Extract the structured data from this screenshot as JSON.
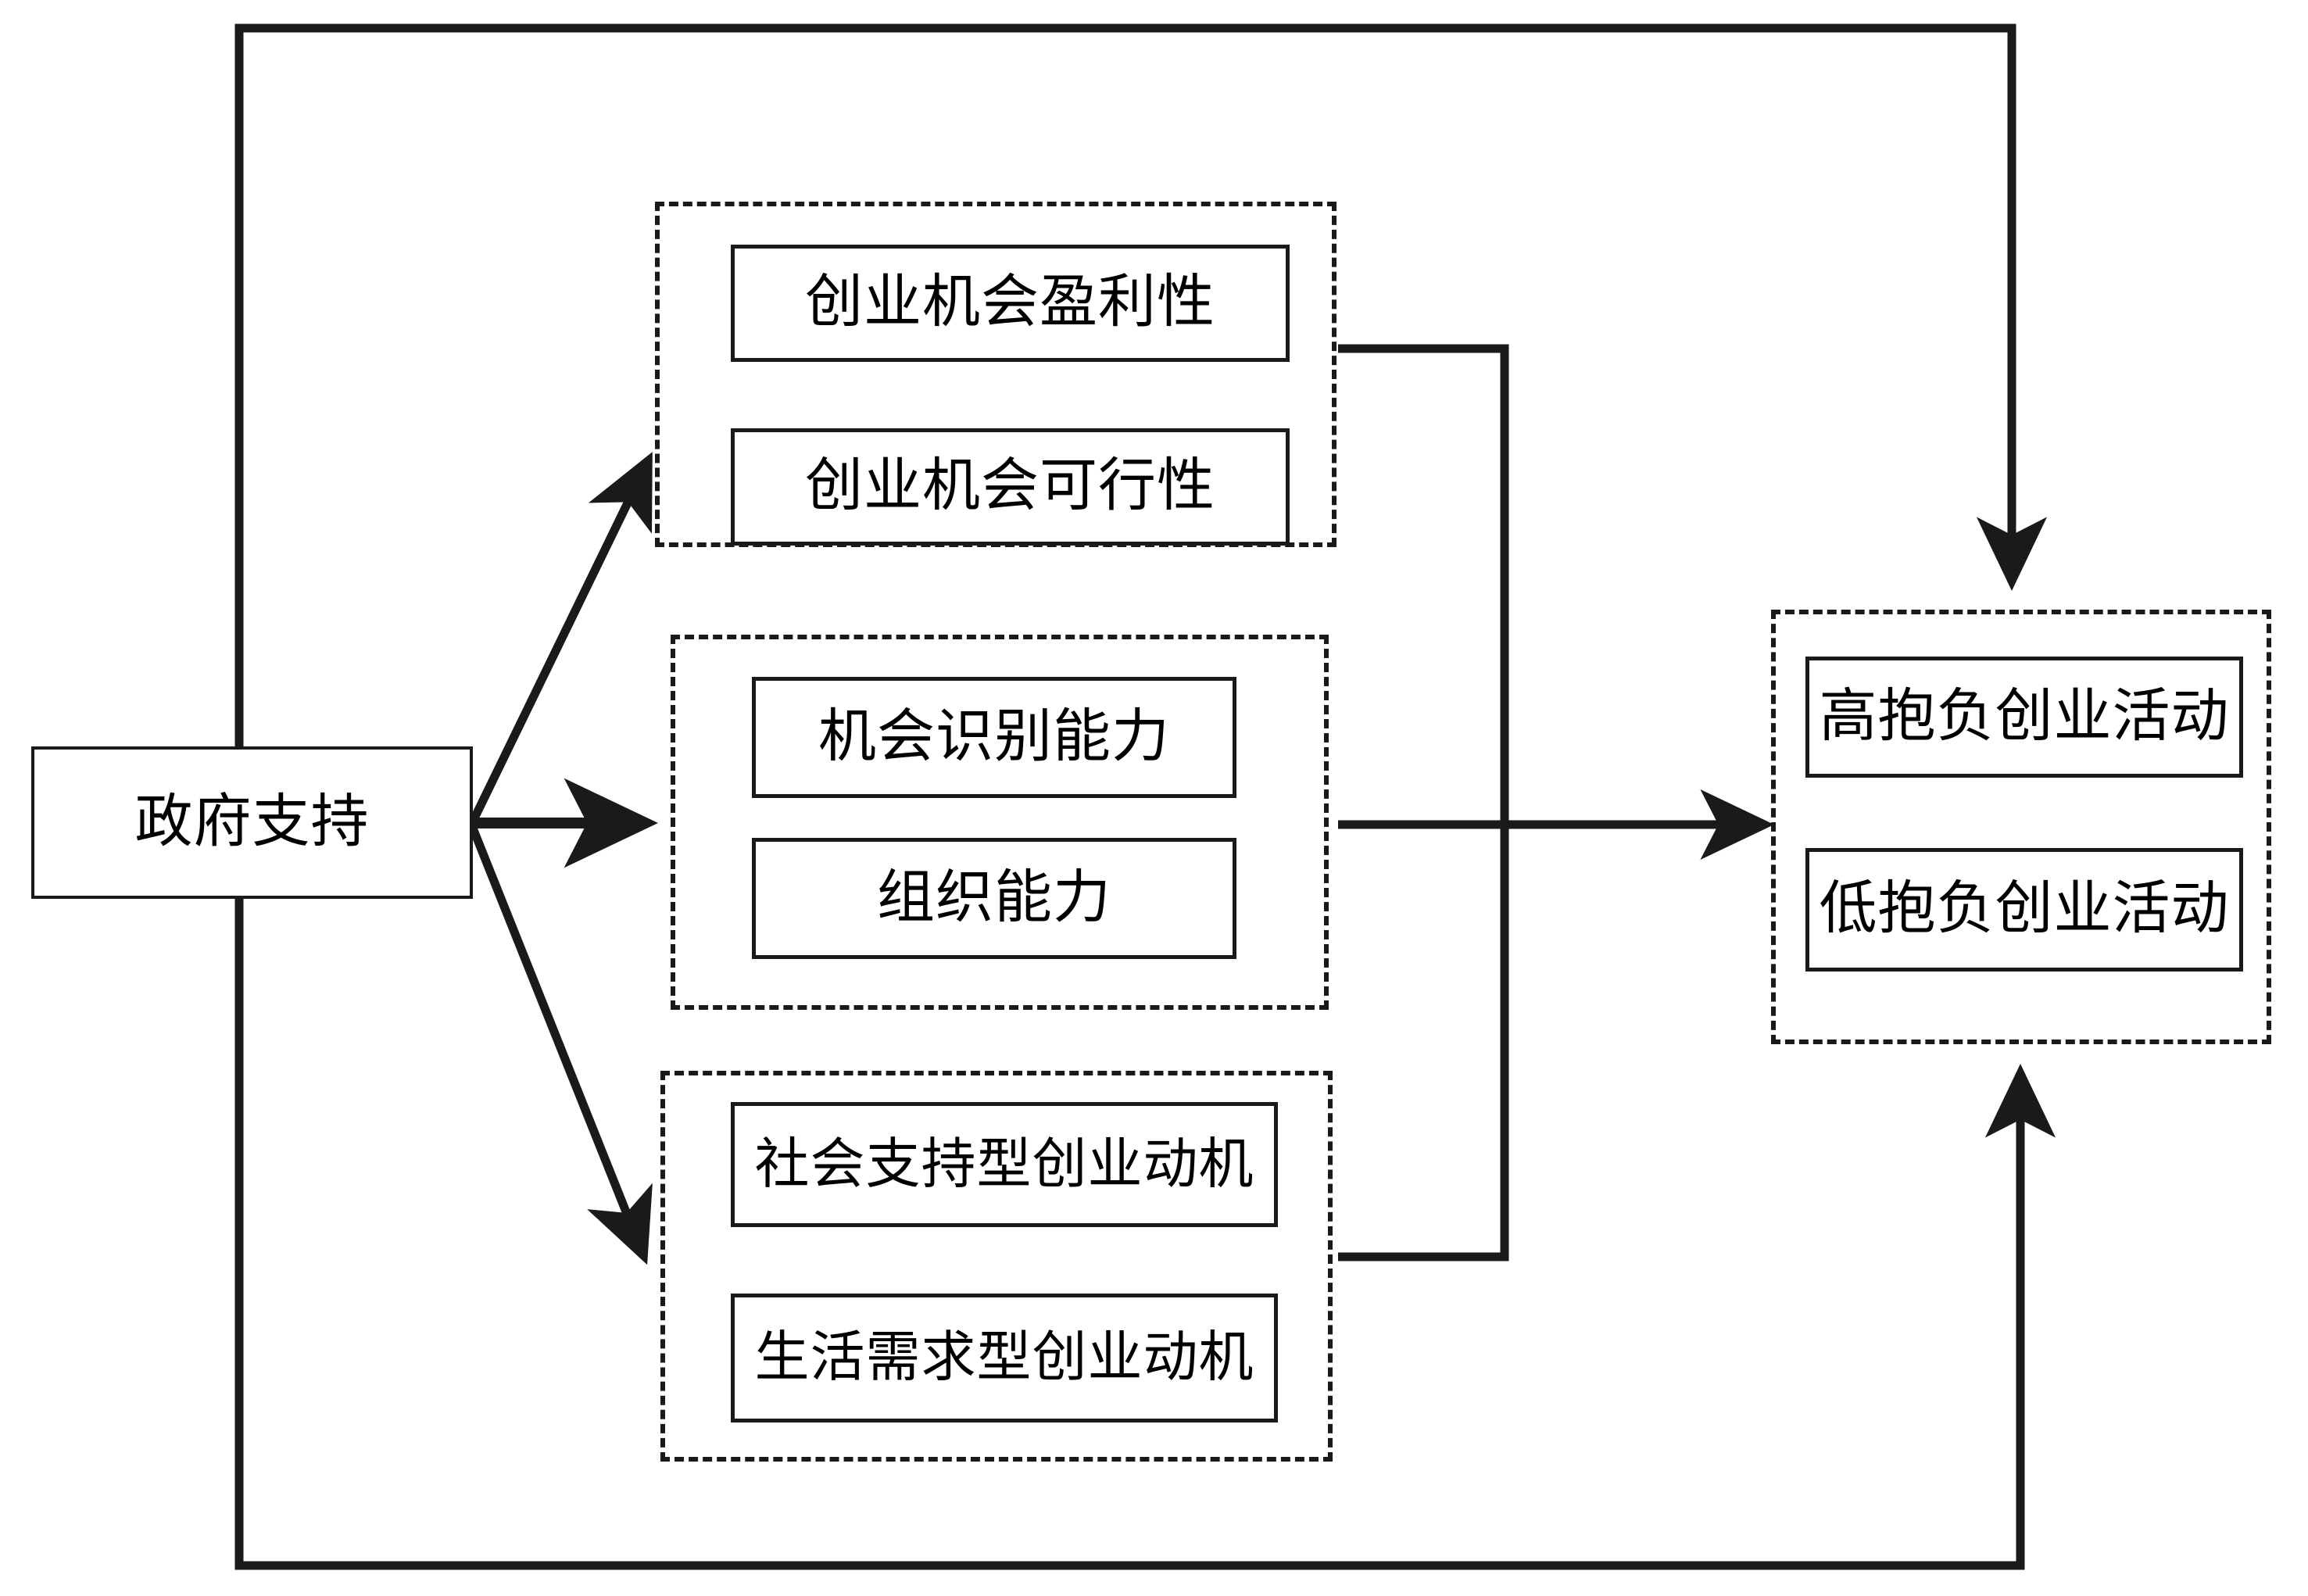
{
  "diagram": {
    "type": "conceptual-framework-flow",
    "language": "zh-CN",
    "colors": {
      "stroke": "#1a1a1a",
      "background": "#ffffff",
      "text": "#000000"
    },
    "source_node": {
      "id": "government-support",
      "label": "政府支持"
    },
    "mediator_groups": [
      {
        "id": "opportunity-group",
        "position": "top",
        "nodes": [
          {
            "id": "opportunity-profitability",
            "label": "创业机会盈利性"
          },
          {
            "id": "opportunity-feasibility",
            "label": "创业机会可行性"
          }
        ]
      },
      {
        "id": "capability-group",
        "position": "middle",
        "nodes": [
          {
            "id": "opportunity-recognition-capability",
            "label": "机会识别能力"
          },
          {
            "id": "organizational-capability",
            "label": "组织能力"
          }
        ]
      },
      {
        "id": "motivation-group",
        "position": "bottom",
        "nodes": [
          {
            "id": "social-support-motivation",
            "label": "社会支持型创业动机"
          },
          {
            "id": "life-need-motivation",
            "label": "生活需求型创业动机"
          }
        ]
      }
    ],
    "outcome_group": {
      "id": "entrepreneurial-activity-group",
      "position": "right",
      "nodes": [
        {
          "id": "high-aspiration-activity",
          "label": "高抱负创业活动"
        },
        {
          "id": "low-aspiration-activity",
          "label": "低抱负创业活动"
        }
      ]
    },
    "edges": [
      {
        "id": "edge-gov-to-opportunity",
        "from": "government-support",
        "to": "opportunity-group",
        "style": "solid",
        "arrow": "end"
      },
      {
        "id": "edge-gov-to-capability",
        "from": "government-support",
        "to": "capability-group",
        "style": "solid",
        "arrow": "end"
      },
      {
        "id": "edge-gov-to-motivation",
        "from": "government-support",
        "to": "motivation-group",
        "style": "solid",
        "arrow": "end"
      },
      {
        "id": "edge-mediators-to-outcome",
        "from": "mediator-groups",
        "to": "entrepreneurial-activity-group",
        "style": "solid",
        "arrow": "end"
      },
      {
        "id": "edge-gov-top-direct-to-outcome",
        "from": "government-support",
        "to": "entrepreneurial-activity-group",
        "style": "solid",
        "arrow": "end",
        "route": "top-outer-loop"
      },
      {
        "id": "edge-gov-bottom-direct-to-outcome",
        "from": "government-support",
        "to": "entrepreneurial-activity-group",
        "style": "solid",
        "arrow": "end",
        "route": "bottom-outer-loop"
      }
    ]
  }
}
